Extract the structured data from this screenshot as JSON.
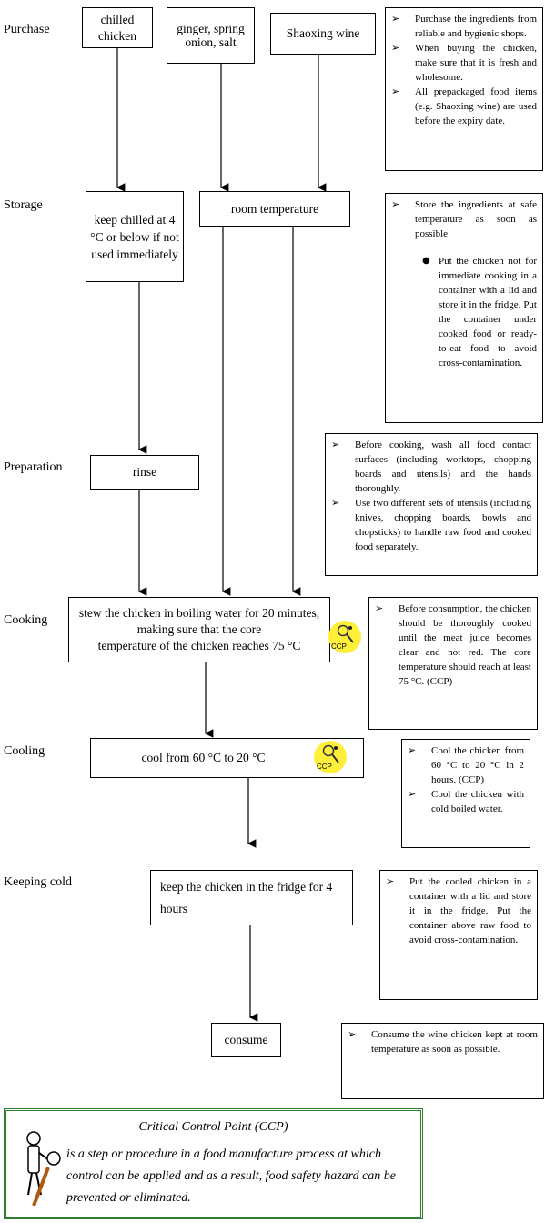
{
  "stages": {
    "purchase": "Purchase",
    "storage": "Storage",
    "preparation": "Preparation",
    "cooking": "Cooking",
    "cooling": "Cooling",
    "keeping_cold": "Keeping cold"
  },
  "boxes": {
    "chilled_chicken": "chilled chicken",
    "ginger": "ginger, spring onion, salt",
    "shaoxing_wine": "Shaoxing wine",
    "keep_chilled": "keep chilled at 4 °C or below if not used immediately",
    "room_temperature": "room temperature",
    "rinse": "rinse",
    "stew_line1": "stew the chicken in boiling water for 20 minutes,",
    "stew_line2": "making sure that the core",
    "stew_line3": "temperature of the chicken reaches 75 °C",
    "cool": "cool from 60 °C to 20 °C",
    "keep_fridge": "keep the chicken in the fridge for 4 hours",
    "consume": "consume"
  },
  "ccp_label": "CCP",
  "notes": {
    "purchase": [
      "Purchase the ingredients from reliable and hygienic shops.",
      "When buying the chicken, make sure that it is fresh and wholesome.",
      "All prepackaged food items (e.g. Shaoxing wine) are used before the expiry date."
    ],
    "storage_main": "Store the ingredients at safe temperature as soon as possible",
    "storage_dot": "Put the chicken not for immediate cooking in a container with a lid and store it in the fridge. Put the container under cooked food or ready-to-eat food to avoid cross-contamination.",
    "preparation": [
      "Before cooking, wash all food contact surfaces (including worktops, chopping boards and utensils) and the hands thoroughly.",
      "Use two different sets of utensils (including knives, chopping boards, bowls and chopsticks) to handle raw food and cooked food separately."
    ],
    "cooking": "Before consumption, the chicken should be thoroughly cooked until the meat juice becomes clear and not red. The core temperature should reach at least 75 °C. (CCP)",
    "cooling": [
      "Cool the chicken from 60 °C to 20 °C in 2 hours. (CCP)",
      "Cool the chicken with cold boiled water."
    ],
    "keeping_cold": "Put the cooled chicken in a container with a lid and store it in the fridge. Put the container above raw food to avoid cross-contamination.",
    "consume": "Consume the wine chicken kept at room temperature as soon as possible."
  },
  "legend": {
    "title": "Critical Control Point (CCP)",
    "text": "is a step or procedure in a food manufacture process at which control can be applied and as a result, food safety hazard can be prevented or eliminated."
  }
}
